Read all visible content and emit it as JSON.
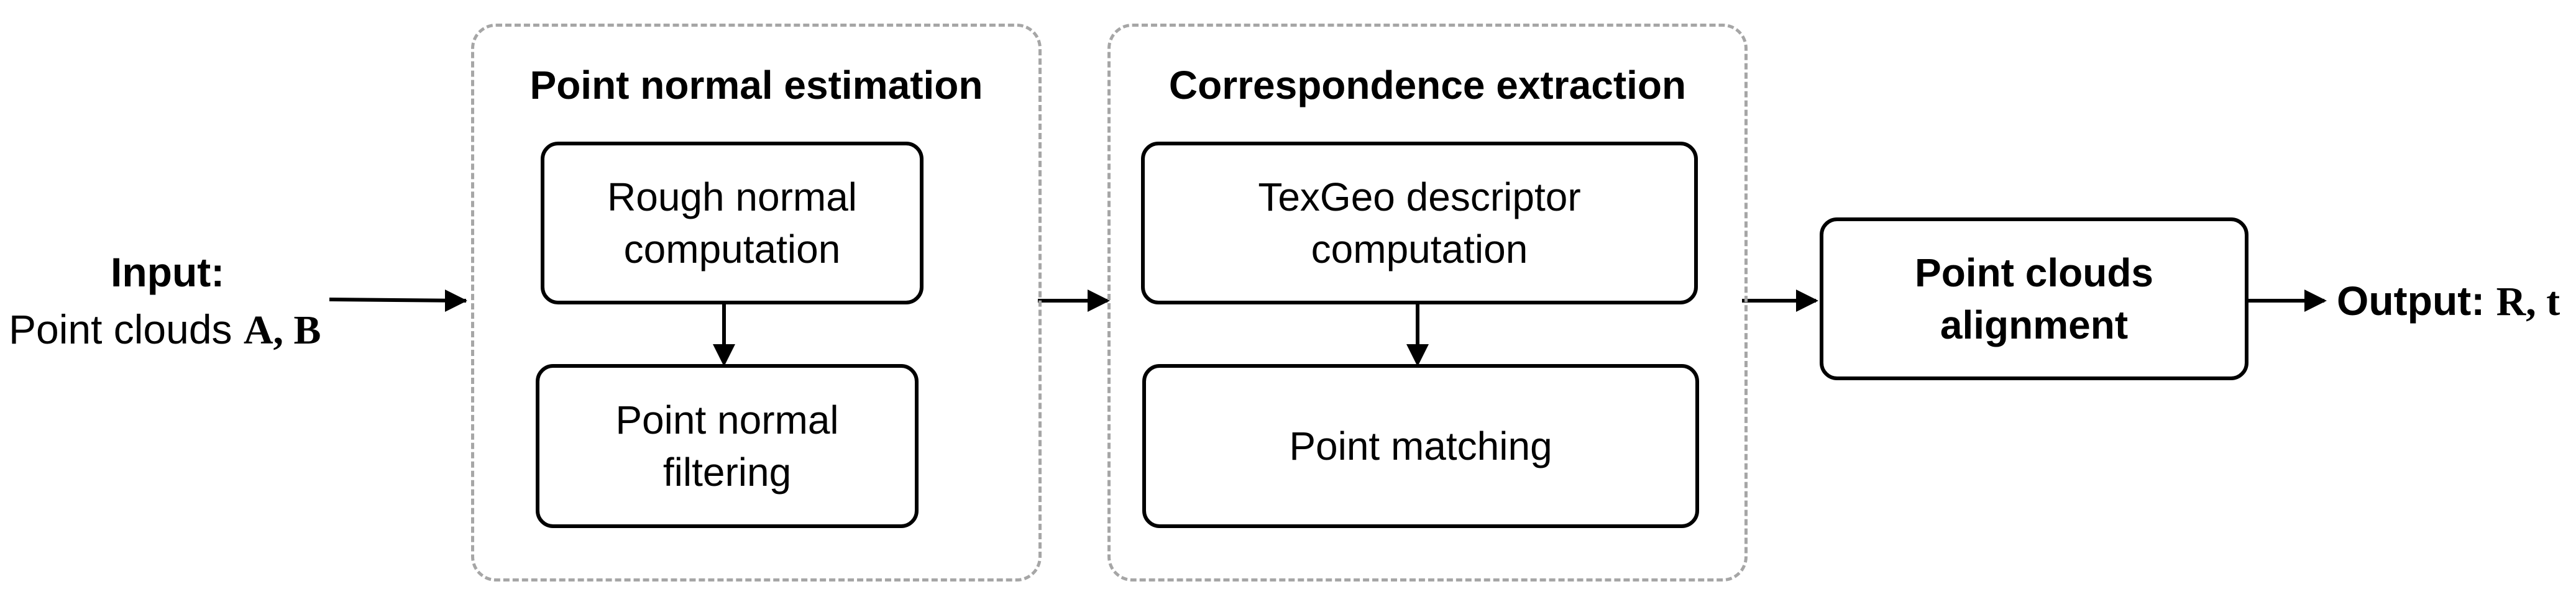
{
  "input": {
    "label": "Input:",
    "text_prefix": "Point clouds ",
    "math": "A, B"
  },
  "groups": {
    "normal": {
      "title": "Point normal estimation",
      "box1": {
        "line1": "Rough normal",
        "line2": "computation"
      },
      "box2": {
        "line1": "Point normal",
        "line2": "filtering"
      }
    },
    "correspondence": {
      "title": "Correspondence extraction",
      "box1": {
        "line1": "TexGeo descriptor",
        "line2": "computation"
      },
      "box2": {
        "line1": "Point matching"
      }
    }
  },
  "alignment": {
    "line1": "Point clouds",
    "line2": "alignment"
  },
  "output": {
    "label": "Output: ",
    "math": "R, t"
  }
}
